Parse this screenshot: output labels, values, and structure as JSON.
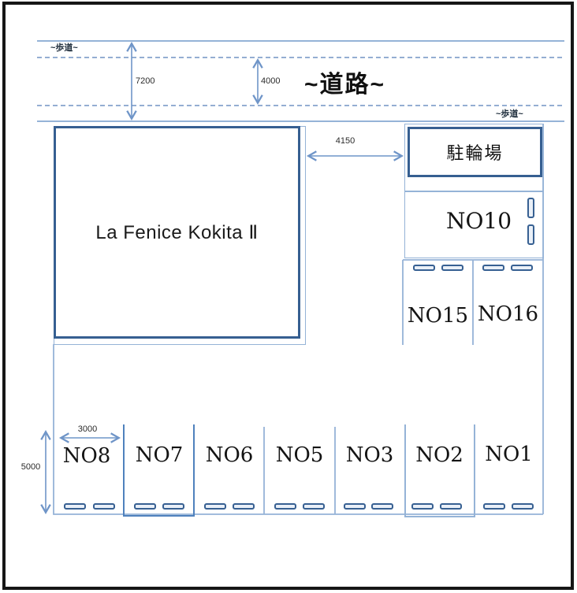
{
  "road": {
    "label": "~道路~",
    "sidewalk_top_label": "~歩道~",
    "sidewalk_right_label": "~歩道~"
  },
  "dimensions": {
    "road_total_width": "7200",
    "lane_width": "4000",
    "driveway_gap": "4150",
    "stall_width": "3000",
    "stall_depth": "5000"
  },
  "building": {
    "name": "La Fenice Kokita Ⅱ"
  },
  "bike_parking": {
    "label": "駐輪場"
  },
  "stalls": {
    "no10": "NO10",
    "no15": "NO15",
    "no16": "NO16",
    "bottom_row": [
      "NO8",
      "NO7",
      "NO6",
      "NO5",
      "NO3",
      "NO2",
      "NO1"
    ]
  },
  "colors": {
    "line_light_blue": "#95b3d7",
    "line_dark_blue": "#365f91",
    "arrow_blue": "#6f95c8",
    "frame_black": "#161616"
  }
}
